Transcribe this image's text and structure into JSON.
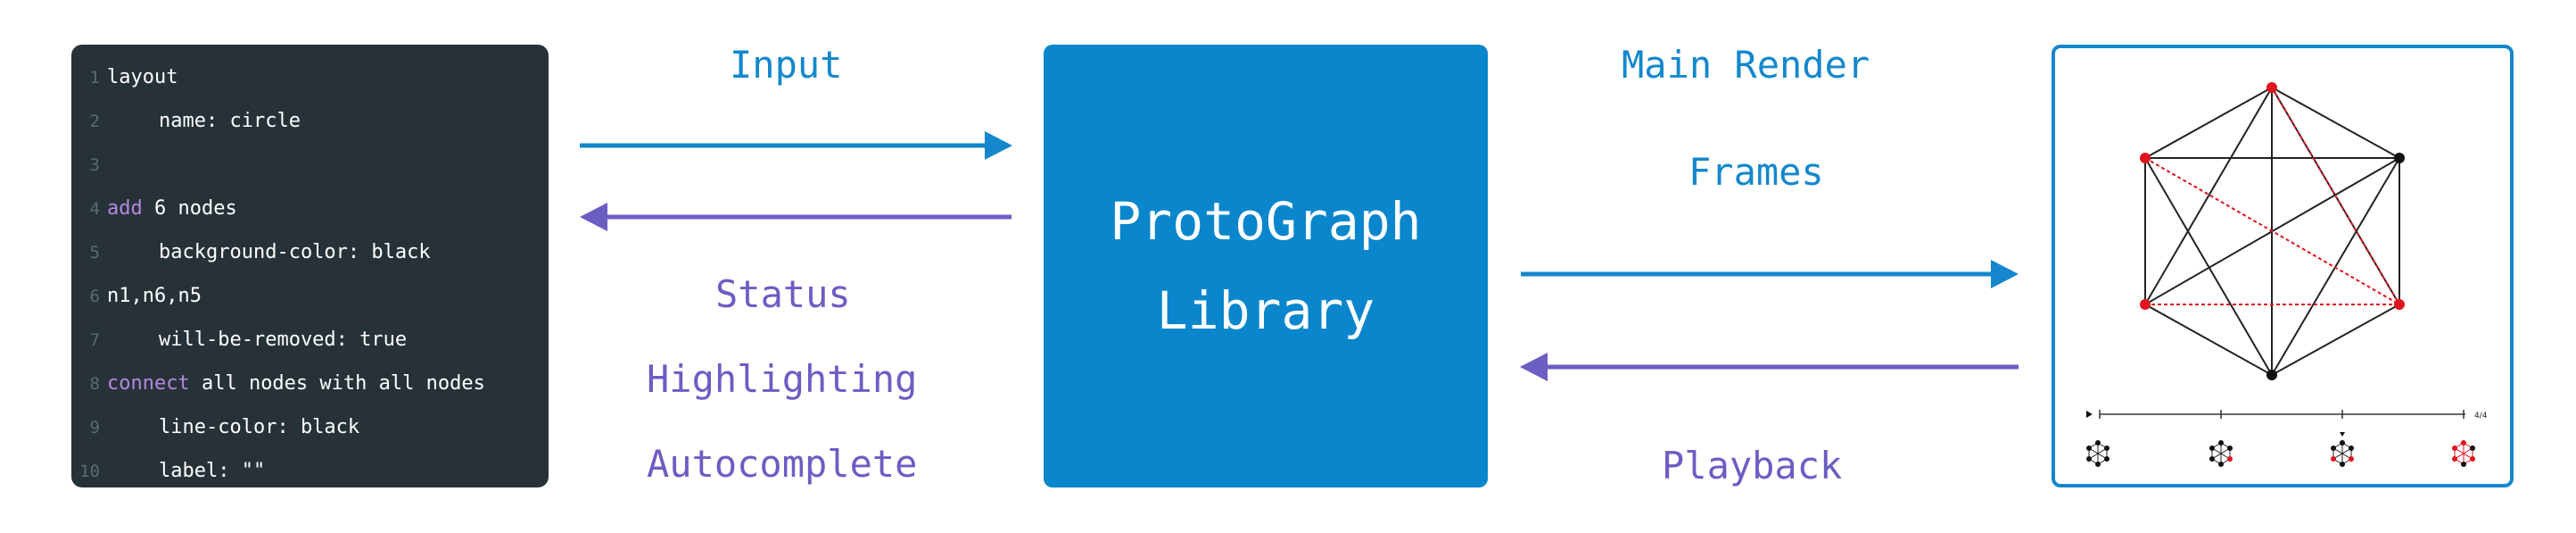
{
  "editor": {
    "lines": [
      {
        "num": "1",
        "keyword": "",
        "text": "layout",
        "indented": false
      },
      {
        "num": "2",
        "keyword": "",
        "text": "name: circle",
        "indented": true
      },
      {
        "num": "3",
        "keyword": "",
        "text": "",
        "indented": false
      },
      {
        "num": "4",
        "keyword": "add",
        "text": " 6 nodes",
        "indented": false
      },
      {
        "num": "5",
        "keyword": "",
        "text": "background-color: black",
        "indented": true
      },
      {
        "num": "6",
        "keyword": "",
        "text": "n1,n6,n5",
        "indented": false
      },
      {
        "num": "7",
        "keyword": "",
        "text": "will-be-removed: true",
        "indented": true
      },
      {
        "num": "8",
        "keyword": "connect",
        "text": " all nodes with all nodes",
        "indented": false
      },
      {
        "num": "9",
        "keyword": "",
        "text": "line-color: black",
        "indented": true
      },
      {
        "num": "10",
        "keyword": "",
        "text": "label: \"\"",
        "indented": true
      }
    ]
  },
  "labels": {
    "input": "Input",
    "status": "Status",
    "highlighting": "Highlighting",
    "autocomplete": "Autocomplete",
    "main_render": "Main Render",
    "frames": "Frames",
    "playback": "Playback"
  },
  "library": {
    "line1": "ProtoGraph",
    "line2": "Library"
  },
  "render": {
    "frame_counter": "4/4",
    "nodes": [
      {
        "id": "n1",
        "color": "red"
      },
      {
        "id": "n2",
        "color": "black"
      },
      {
        "id": "n3",
        "color": "red"
      },
      {
        "id": "n4",
        "color": "black"
      },
      {
        "id": "n5",
        "color": "red"
      },
      {
        "id": "n6",
        "color": "red"
      }
    ]
  },
  "colors": {
    "blue": "#1487cc",
    "purple": "#6b5ec3",
    "library_bg": "#0a86cc",
    "editor_bg": "#263238",
    "keyword": "#b388dd",
    "node_red": "#e0141e"
  }
}
